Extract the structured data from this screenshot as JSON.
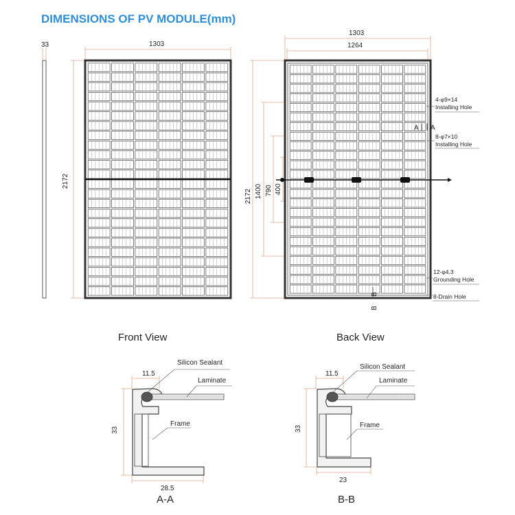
{
  "title": "DIMENSIONS OF PV MODULE(mm)",
  "colors": {
    "title": "#2e8fd6",
    "dimension_line": "#e0a98a",
    "frame": "#333333"
  },
  "side": {
    "thickness": "33"
  },
  "front": {
    "width": "1303",
    "height": "2172",
    "caption": "Front View"
  },
  "back": {
    "outer_width": "1303",
    "inner_width": "1264",
    "height": "2172",
    "dim_1400": "1400",
    "dim_790": "790",
    "dim_400": "400",
    "caption": "Back View",
    "installing_hole_1_spec": "4-φ9×14",
    "installing_hole_1_label": "Installing Hole",
    "installing_hole_2_spec": "8-φ7×10",
    "installing_hole_2_label": "Installing Hole",
    "grounding_hole_spec": "12-φ4.3",
    "grounding_hole_label": "Grounding Hole",
    "drain_hole": "8-Drain Hole",
    "section_a_left": "A",
    "section_a_right": "A",
    "section_b": "B",
    "section_b2": "B"
  },
  "section_a": {
    "lip": "11.5",
    "height": "33",
    "width": "28.5",
    "sealant": "Silicon Sealant",
    "laminate": "Laminate",
    "frame": "Frame",
    "caption": "A-A"
  },
  "section_b": {
    "lip": "11.5",
    "height": "33",
    "width": "23",
    "sealant": "Silicon Sealant",
    "laminate": "Laminate",
    "frame": "Frame",
    "caption": "B-B"
  }
}
